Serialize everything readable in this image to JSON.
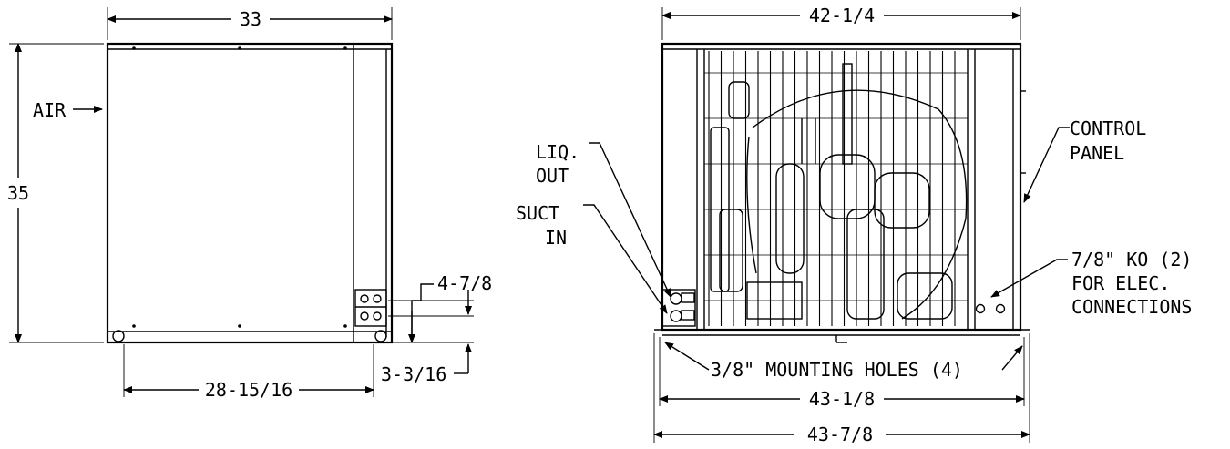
{
  "side_view": {
    "width_dim": "33",
    "height_dim": "35",
    "air_label": "AIR",
    "base_dim": "28-15/16",
    "valve_height_dim": "4-7/8",
    "valve_offset_dim": "3-3/16"
  },
  "front_view": {
    "top_width_dim": "42-1/4",
    "liq_label_1": "LIQ.",
    "liq_label_2": "OUT",
    "suct_label_1": "SUCT",
    "suct_label_2": "IN",
    "control_label_1": "CONTROL",
    "control_label_2": "PANEL",
    "ko_label_1": "7/8\" KO (2)",
    "ko_label_2": "FOR ELEC.",
    "ko_label_3": "CONNECTIONS",
    "mounting_label": "3/8\" MOUNTING HOLES (4)",
    "mounting_dim": "43-1/8",
    "overall_dim": "43-7/8"
  }
}
